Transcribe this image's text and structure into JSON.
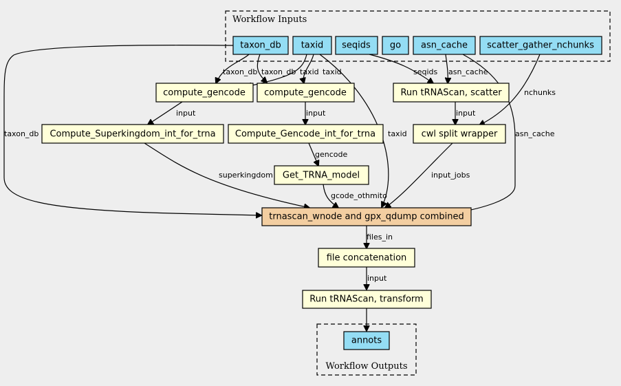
{
  "clusters": {
    "inputs_label": "Workflow Inputs",
    "outputs_label": "Workflow Outputs"
  },
  "nodes": {
    "taxon_db": "taxon_db",
    "taxid": "taxid",
    "seqids": "seqids",
    "go": "go",
    "asn_cache": "asn_cache",
    "scatter_gather_nchunks": "scatter_gather_nchunks",
    "compute_gencode_1": "compute_gencode",
    "compute_gencode_2": "compute_gencode",
    "run_trnascan_scatter": "Run tRNAScan, scatter",
    "compute_superkingdom": "Compute_Superkingdom_int_for_trna",
    "compute_gencode_int": "Compute_Gencode_int_for_trna",
    "cwl_split_wrapper": "cwl split wrapper",
    "get_trna_model": "Get_TRNA_model",
    "trnascan_combined": "trnascan_wnode and gpx_qdump combined",
    "file_concatenation": "file concatenation",
    "run_trnascan_transform": "Run tRNAScan, transform",
    "annots": "annots"
  },
  "edge_labels": {
    "taxon_db_to_combined": "taxon_db",
    "taxon_db_to_cg1": "taxon_db",
    "taxon_db_to_cg2": "taxon_db",
    "taxid_to_cg1": "taxid",
    "taxid_to_cg2": "taxid",
    "taxid_to_combined": "taxid",
    "seqids_to_scatter": "seqids",
    "asn_cache_to_scatter": "asn_cache",
    "asn_cache_to_combined": "asn_cache",
    "nchunks_to_split": "nchunks",
    "cg1_to_superkingdom": "input",
    "cg2_to_gencode_int": "input",
    "scatter_to_split": "input",
    "gencode_int_to_model": "gencode",
    "superkingdom_to_combined": "superkingdom",
    "model_to_combined": "gcode_othmito",
    "split_to_combined": "input_jobs",
    "combined_to_concat": "files_in",
    "concat_to_transform": "input"
  }
}
